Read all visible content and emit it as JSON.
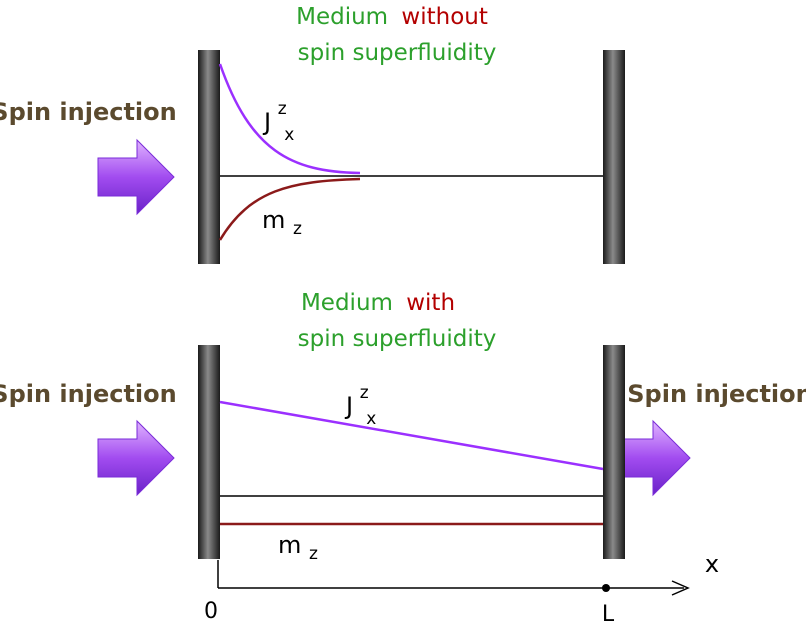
{
  "panel_top": {
    "caption_line1_green": "Medium",
    "caption_line1_red": "without",
    "caption_line2": "spin superfluidity",
    "left_label": "Spin injection",
    "current_symbol": "J",
    "current_sub": "x",
    "current_sup": "z",
    "mag_symbol": "m",
    "mag_sub": "z"
  },
  "panel_bottom": {
    "caption_line1_green": "Medium",
    "caption_line1_red": "with",
    "caption_line2": "spin superfluidity",
    "left_label": "Spin injection",
    "right_label": "Spin injection",
    "current_symbol": "J",
    "current_sub": "x",
    "current_sup": "z",
    "mag_symbol": "m",
    "mag_sub": "z"
  },
  "axis": {
    "x_label": "x",
    "origin_label": "0",
    "end_label": "L"
  },
  "colors": {
    "green": "#2ca02c",
    "red": "#b30000",
    "purple": "#9b30ff",
    "dark_red": "#8b1a1a",
    "brown": "#5b4a2e",
    "wall_dark": "#1a1a1a",
    "wall_light": "#7a7a7a",
    "arrow_light": "#d9a8ff",
    "arrow_dark": "#7a2bd8"
  }
}
